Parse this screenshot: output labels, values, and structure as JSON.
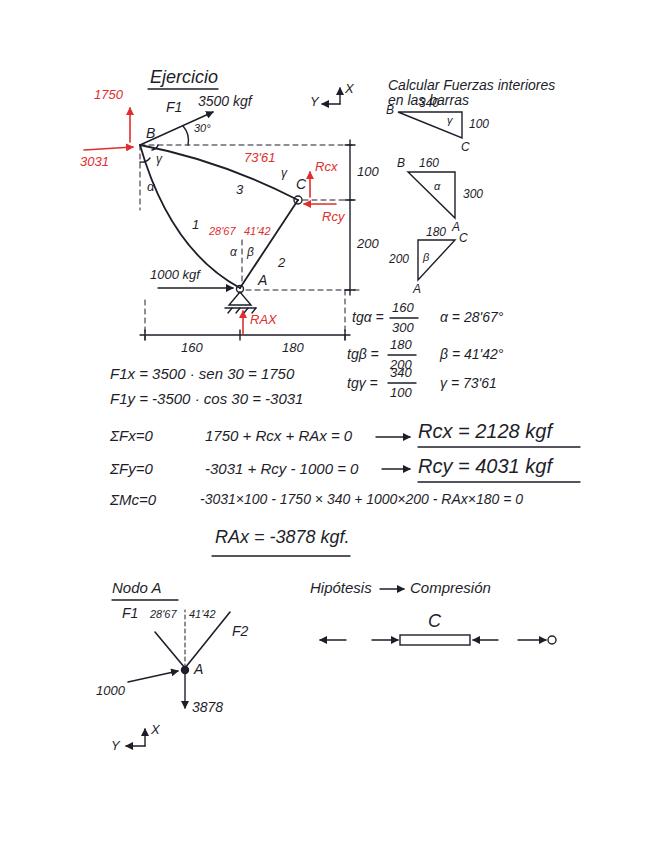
{
  "diagram": {
    "title": "Ejercicio",
    "labels": [
      "Y",
      "X",
      "Calcular Fuerzas interiores en las barras",
      "1750",
      "3031",
      "F1",
      "3500 kgf",
      "30°",
      "B",
      "γ",
      "α",
      "3",
      "73'61",
      "γ",
      "C",
      "Rcx",
      "Rcy",
      "100",
      "200",
      "28'67",
      "41'42",
      "α",
      "β",
      "1",
      "2",
      "1000 kgf",
      "A",
      "RAX",
      "160",
      "180",
      "B",
      "340",
      "γ",
      "100",
      "C",
      "B",
      "160",
      "α",
      "300",
      "A",
      "180",
      "C",
      "200",
      "β",
      "A",
      "tgα =",
      "160",
      "300",
      "α = 28'67°",
      "tgβ =",
      "180",
      "200",
      "β = 41'42°",
      "tgγ =",
      "340",
      "100",
      "γ = 73'61",
      "F1x = 3500 · sen 30 = 1750",
      "F1y = -3500 · cos 30 = -3031",
      "ΣFx=0",
      "1750 + Rcx + RAx = 0",
      "Rcx = 2128 kgf",
      "ΣFy=0",
      "-3031 + Rcy - 1000 = 0",
      "Rcy = 4031 kgf",
      "ΣMc=0",
      "-3031×100 - 1750 × 340 + 1000×200 - RAx×180 = 0",
      "RAx = -3878 kgf.",
      "Nodo A",
      "Hipótesis",
      "Compresión",
      "C",
      "F1",
      "28'67",
      "41'42",
      "F2",
      "A",
      "1000",
      "3878",
      "Y",
      "X"
    ]
  }
}
